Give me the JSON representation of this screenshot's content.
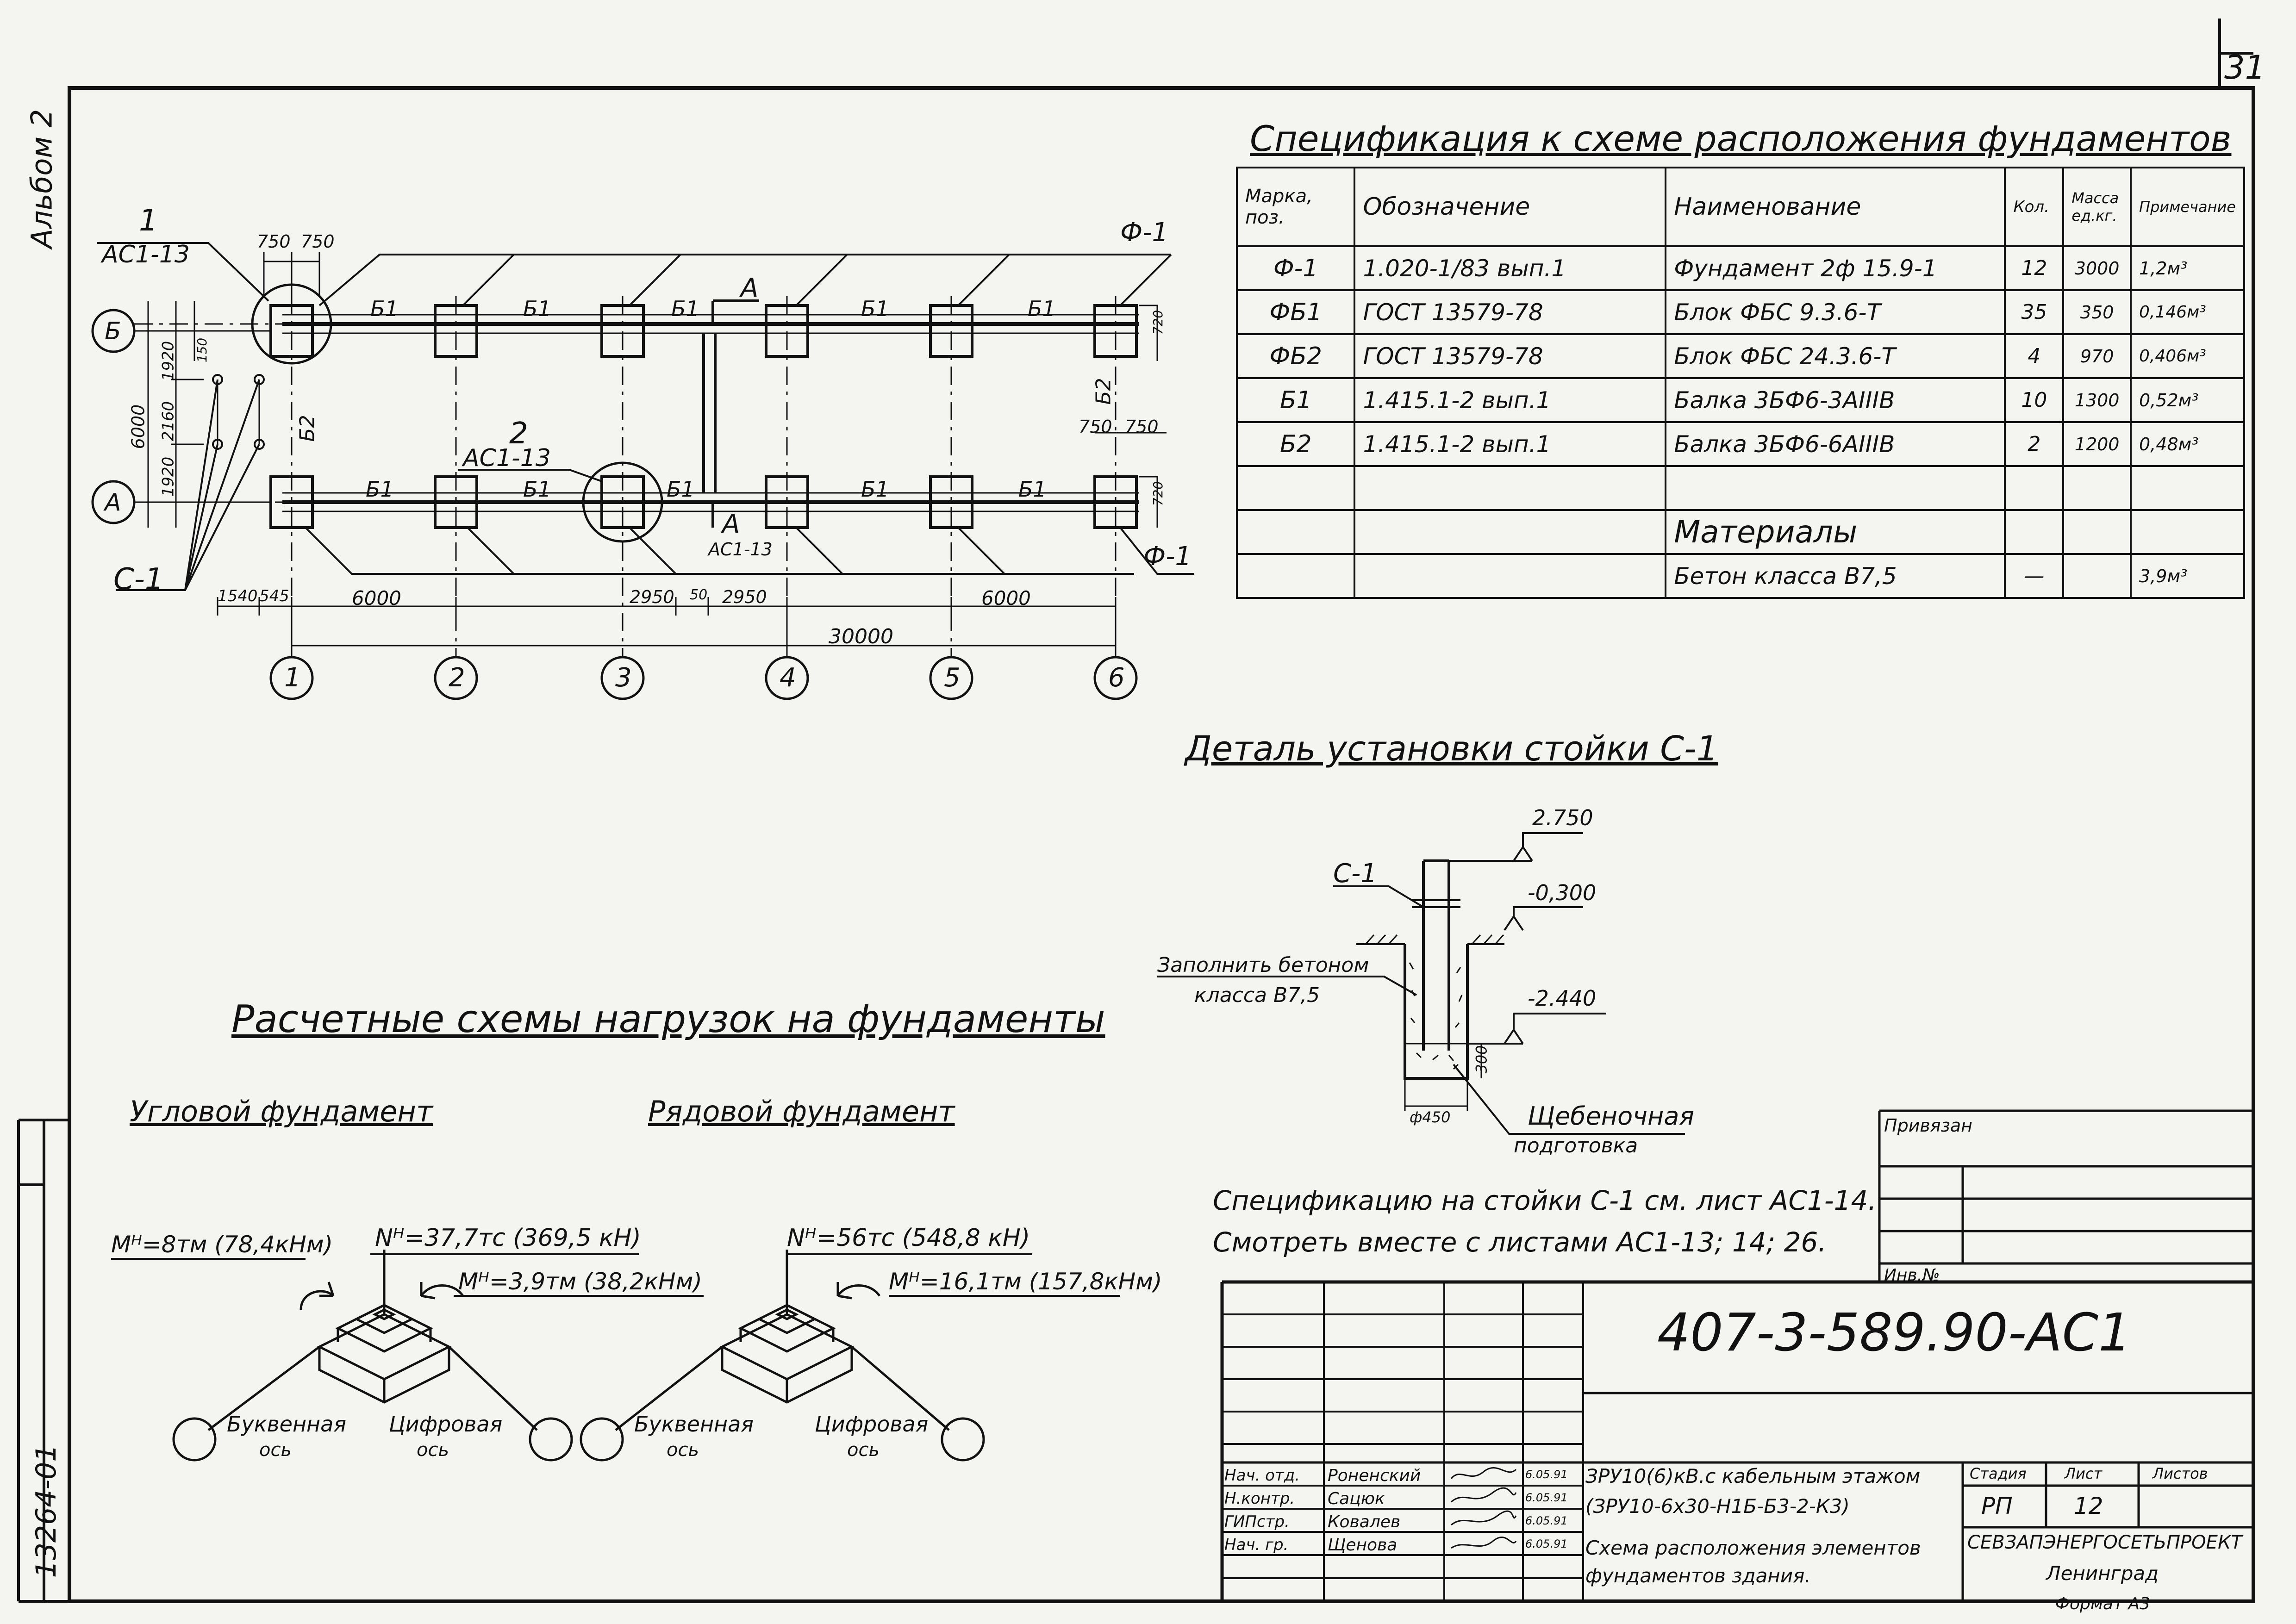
{
  "sheet": {
    "number": "31",
    "album_label": "Альбом 2",
    "inventory_number": "13264-01",
    "code": "407-3-589.90-АС1"
  },
  "plan": {
    "callout_1": {
      "num": "1",
      "ref": "АС1-13"
    },
    "callout_2": {
      "num": "2",
      "ref": "АС1-13"
    },
    "section_mark": "А",
    "section_ref": "АС1-13",
    "foundation_label": "Ф-1",
    "post_label": "С-1",
    "beam_label": "Б1",
    "beam2_label": "Б2",
    "row_axes": [
      "Б",
      "А"
    ],
    "column_axes": [
      "1",
      "2",
      "3",
      "4",
      "5",
      "6"
    ],
    "dims": {
      "d750": "750",
      "d1920": "1920",
      "d2160": "2160",
      "d6000": "6000",
      "d1540": "1540",
      "d545": "545",
      "d2950": "2950",
      "d50": "50",
      "d30000": "30000",
      "d150": "150",
      "d720": "720"
    }
  },
  "spec": {
    "title": "Спецификация к схеме расположения фундаментов",
    "headers": [
      "Марка, поз.",
      "Обозначение",
      "Наименование",
      "Кол.",
      "Масса ед.кг.",
      "Примечание"
    ],
    "rows": [
      [
        "Ф-1",
        "1.020-1/83 вып.1",
        "Фундамент 2ф 15.9-1",
        "12",
        "3000",
        "1,2м³"
      ],
      [
        "ФБ1",
        "ГОСТ 13579-78",
        "Блок ФБС 9.3.6-Т",
        "35",
        "350",
        "0,146м³"
      ],
      [
        "ФБ2",
        "ГОСТ 13579-78",
        "Блок ФБС 24.3.6-Т",
        "4",
        "970",
        "0,406м³"
      ],
      [
        "Б1",
        "1.415.1-2 вып.1",
        "Балка 3БФ6-3АIIIВ",
        "10",
        "1300",
        "0,52м³"
      ],
      [
        "Б2",
        "1.415.1-2 вып.1",
        "Балка 3БФ6-6АIIIВ",
        "2",
        "1200",
        "0,48м³"
      ]
    ],
    "materials_heading": "Материалы",
    "materials_row": [
      "",
      "",
      "Бетон класса В7,5",
      "—",
      "",
      "3,9м³"
    ]
  },
  "detail": {
    "title": "Деталь установки стойки С-1",
    "post": "С-1",
    "level_top": "2.750",
    "level_mid": "-0,300",
    "level_low": "-2.440",
    "fill_note_line1": "Заполнить бетоном",
    "fill_note_line2": "класса В7,5",
    "gravel_line1": "Щебеночная",
    "gravel_line2": "подготовка",
    "dim_300": "300",
    "dim_450": "ф450",
    "note1": "Спецификацию на стойки С-1 см. лист АС1-14.",
    "note2": "Смотреть вместе с листами АС1-13; 14; 26."
  },
  "loads": {
    "title": "Расчетные схемы нагрузок на фундаменты",
    "corner": {
      "title": "Угловой фундамент",
      "m_left": "Мᴴ=8тм (78,4кНм)",
      "n": "Nᴴ=37,7тс (369,5 кН)",
      "m_right": "Мᴴ=3,9тм (38,2кНм)",
      "axis_letter": "Буквенная",
      "axis_digit": "Цифровая",
      "axis_word": "ось"
    },
    "row": {
      "title": "Рядовой фундамент",
      "n": "Nᴴ=56тс (548,8 кН)",
      "m_right": "Мᴴ=16,1тм (157,8кНм)",
      "axis_letter": "Буквенная",
      "axis_digit": "Цифровая",
      "axis_word": "ось"
    }
  },
  "stamp": {
    "privyazan": "Привязан",
    "inv": "Инв.№",
    "code": "407-3-589.90-АС1",
    "roles": [
      "Нач. отд.",
      "Н.контр.",
      "ГИПстр.",
      "Нач. гр."
    ],
    "names": [
      "Роненский",
      "Сацюк",
      "Ковалев",
      "Щенова"
    ],
    "dates": [
      "6.05.91",
      "6.05.91",
      "6.05.91",
      "6.05.91"
    ],
    "project_line1": "ЗРУ10(6)кВ.с кабельным этажом",
    "project_line2": "(ЗРУ10-6х30-Н1Б-Б3-2-К3)",
    "sheet_title_line1": "Схема расположения элементов",
    "sheet_title_line2": "фундаментов здания.",
    "stage_label": "Стадия",
    "sheet_label": "Лист",
    "sheets_label": "Листов",
    "stage": "РП",
    "sheet": "12",
    "org_line1": "СЕВЗАПЭНЕРГОСЕТЬПРОЕКТ",
    "org_line2": "Ленинград",
    "format": "Формат А3"
  }
}
